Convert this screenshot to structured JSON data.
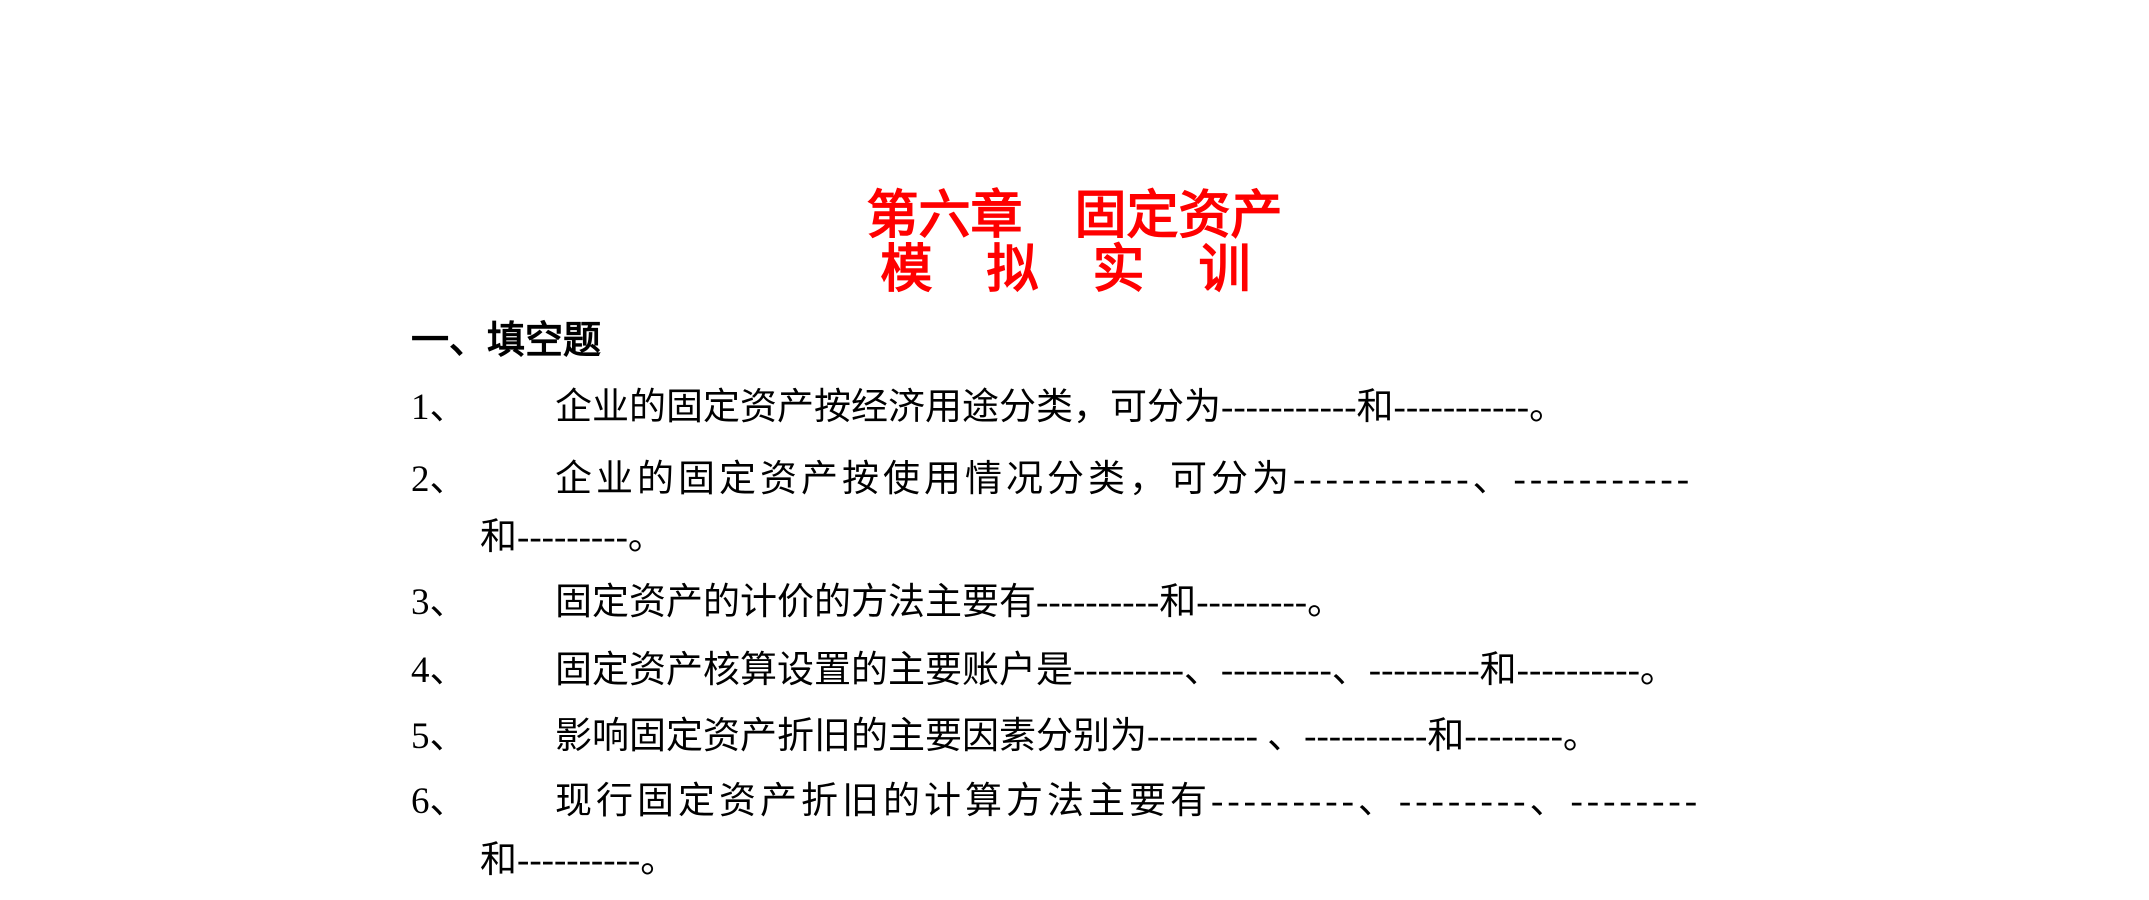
{
  "title": {
    "line1": "第六章　固定资产",
    "line2": "模 拟 实 训"
  },
  "section_heading": "一、填空题",
  "questions": [
    {
      "number": "1、",
      "text": "企业的固定资产按经济用途分类，可分为-----------和-----------。"
    },
    {
      "number": "2、",
      "text": "企业的固定资产按使用情况分类，可分为-----------、-----------",
      "continuation": "和---------。"
    },
    {
      "number": "3、",
      "text": "固定资产的计价的方法主要有----------和---------。"
    },
    {
      "number": "4、",
      "text": "固定资产核算设置的主要账户是---------、---------、---------和----------。"
    },
    {
      "number": "5、",
      "text": "影响固定资产折旧的主要因素分别为--------- 、----------和--------。"
    },
    {
      "number": "6、",
      "text": "现行固定资产折旧的计算方法主要有---------、--------、--------",
      "continuation": "和----------。"
    }
  ],
  "colors": {
    "title": "#ff0000",
    "text": "#000000"
  }
}
